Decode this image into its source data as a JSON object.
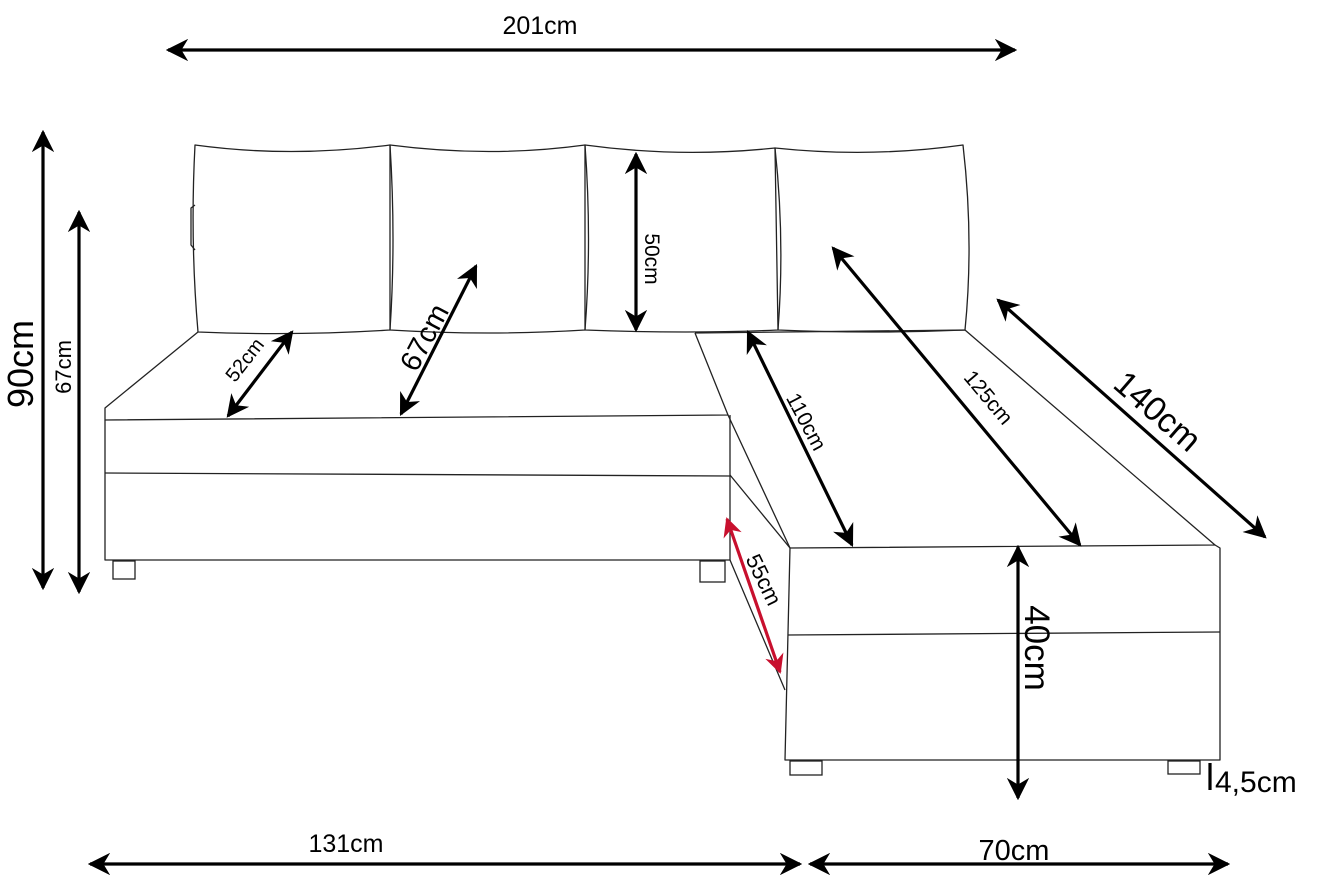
{
  "diagram": {
    "subject": "corner sofa",
    "labels": {
      "overall_width": "201cm",
      "total_height": "90cm",
      "back_height": "67cm",
      "cushion_height": "50cm",
      "seat_depth": "52cm",
      "cushion_to_edge": "67cm",
      "chaise_inner_length": "110cm",
      "chaise_mid_length": "125cm",
      "chaise_outer_length": "140cm",
      "chaise_side_depth": "55cm",
      "seat_height": "40cm",
      "leg_height": "4,5cm",
      "main_length": "131cm",
      "chaise_width": "70cm"
    },
    "colors": {
      "line": "#222222",
      "arrow": "#000000",
      "highlight": "#c8102e"
    }
  }
}
